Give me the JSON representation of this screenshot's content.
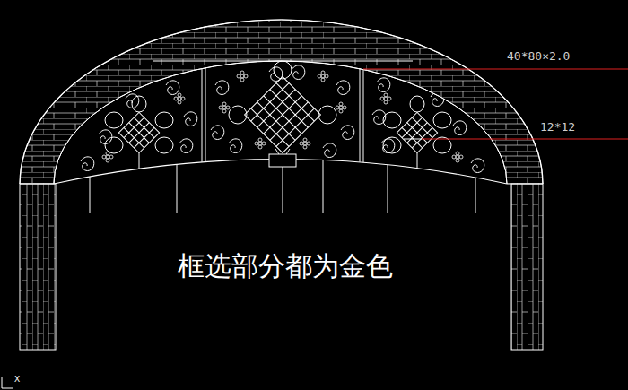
{
  "diagram": {
    "labels": [
      "40*80×2.0",
      "12*12",
      "框选部分都为金色",
      "X"
    ]
  }
}
